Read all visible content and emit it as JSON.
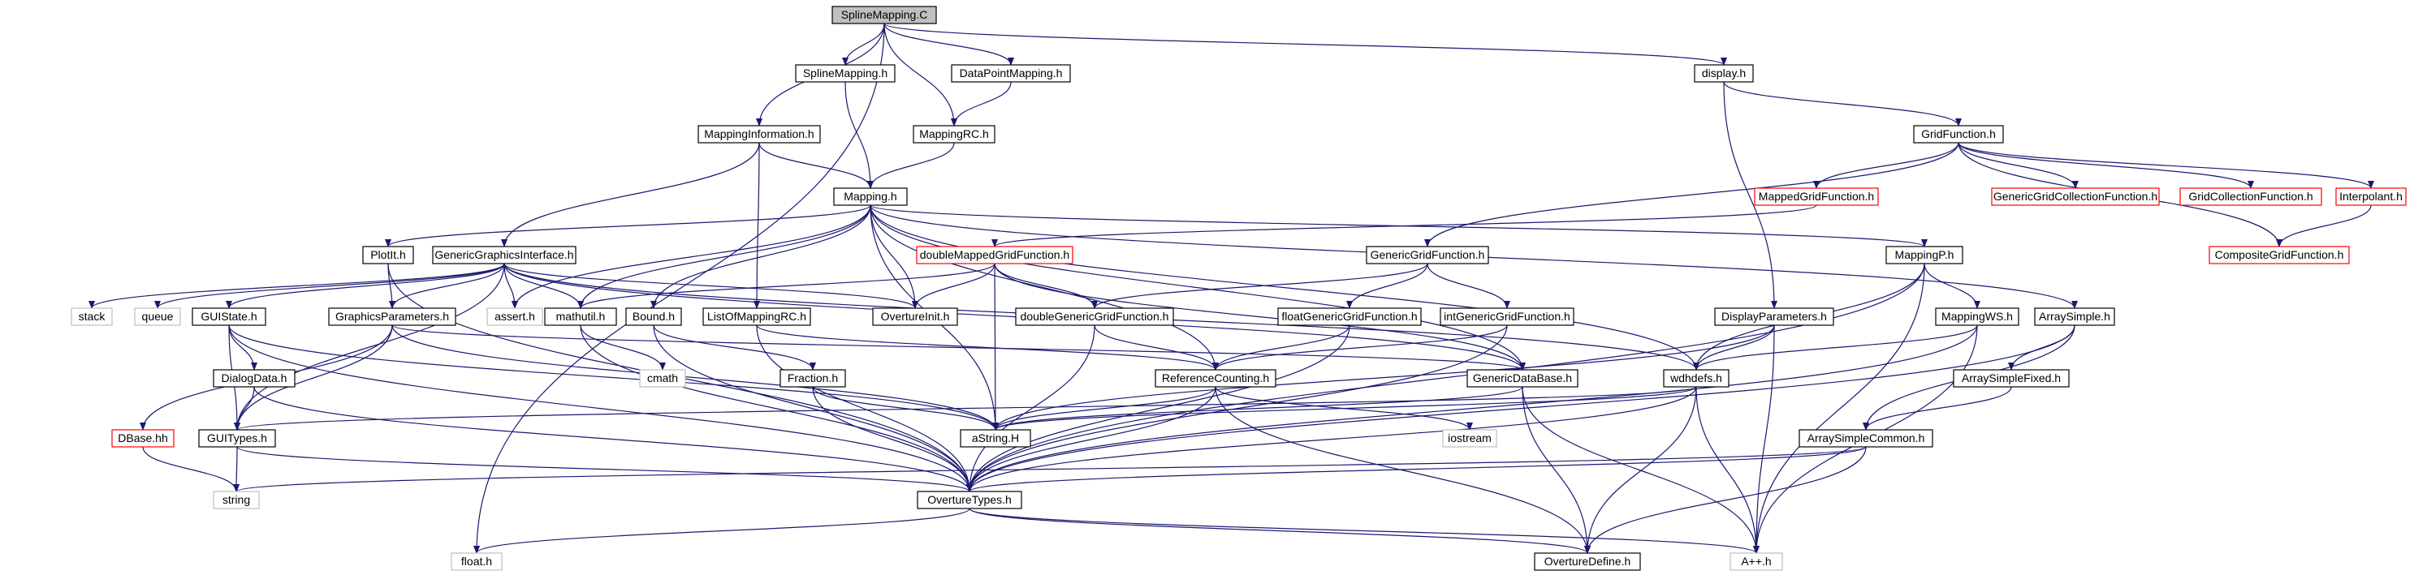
{
  "colors": {
    "root_fill": "#bfbfbf",
    "normal_border": "#000000",
    "red_border": "#ff0000",
    "gray_border": "#bfbfbf",
    "edge": "#191970",
    "background": "#ffffff"
  },
  "nodes": [
    {
      "id": "spline_mapping_c",
      "label": "SplineMapping.C",
      "style": "root"
    },
    {
      "id": "spline_mapping_h",
      "label": "SplineMapping.h",
      "style": "normal"
    },
    {
      "id": "data_point_mapping_h",
      "label": "DataPointMapping.h",
      "style": "normal"
    },
    {
      "id": "display_h",
      "label": "display.h",
      "style": "normal"
    },
    {
      "id": "mapping_information_h",
      "label": "MappingInformation.h",
      "style": "normal"
    },
    {
      "id": "mapping_rc_h",
      "label": "MappingRC.h",
      "style": "normal"
    },
    {
      "id": "grid_function_h",
      "label": "GridFunction.h",
      "style": "normal"
    },
    {
      "id": "mapping_h",
      "label": "Mapping.h",
      "style": "normal"
    },
    {
      "id": "mapped_grid_function_h",
      "label": "MappedGridFunction.h",
      "style": "red"
    },
    {
      "id": "generic_grid_collection_function_h",
      "label": "GenericGridCollectionFunction.h",
      "style": "red"
    },
    {
      "id": "grid_collection_function_h",
      "label": "GridCollectionFunction.h",
      "style": "red"
    },
    {
      "id": "interpolant_h",
      "label": "Interpolant.h",
      "style": "red"
    },
    {
      "id": "plotit_h",
      "label": "PlotIt.h",
      "style": "normal"
    },
    {
      "id": "generic_graphics_interface_h",
      "label": "GenericGraphicsInterface.h",
      "style": "normal"
    },
    {
      "id": "double_mapped_grid_function_h",
      "label": "doubleMappedGridFunction.h",
      "style": "red"
    },
    {
      "id": "generic_grid_function_h",
      "label": "GenericGridFunction.h",
      "style": "normal"
    },
    {
      "id": "mapping_p_h",
      "label": "MappingP.h",
      "style": "normal"
    },
    {
      "id": "composite_grid_function_h",
      "label": "CompositeGridFunction.h",
      "style": "red"
    },
    {
      "id": "stack",
      "label": "stack",
      "style": "gray"
    },
    {
      "id": "queue",
      "label": "queue",
      "style": "gray"
    },
    {
      "id": "gui_state_h",
      "label": "GUIState.h",
      "style": "normal"
    },
    {
      "id": "graphics_parameters_h",
      "label": "GraphicsParameters.h",
      "style": "normal"
    },
    {
      "id": "assert_h",
      "label": "assert.h",
      "style": "gray"
    },
    {
      "id": "mathutil_h",
      "label": "mathutil.h",
      "style": "normal"
    },
    {
      "id": "bound_h",
      "label": "Bound.h",
      "style": "normal"
    },
    {
      "id": "list_of_mapping_rc_h",
      "label": "ListOfMappingRC.h",
      "style": "normal"
    },
    {
      "id": "overture_init_h",
      "label": "OvertureInit.h",
      "style": "normal"
    },
    {
      "id": "double_generic_grid_function_h",
      "label": "doubleGenericGridFunction.h",
      "style": "normal"
    },
    {
      "id": "float_generic_grid_function_h",
      "label": "floatGenericGridFunction.h",
      "style": "normal"
    },
    {
      "id": "int_generic_grid_function_h",
      "label": "intGenericGridFunction.h",
      "style": "normal"
    },
    {
      "id": "display_parameters_h",
      "label": "DisplayParameters.h",
      "style": "normal"
    },
    {
      "id": "mapping_ws_h",
      "label": "MappingWS.h",
      "style": "normal"
    },
    {
      "id": "array_simple_h",
      "label": "ArraySimple.h",
      "style": "normal"
    },
    {
      "id": "dialog_data_h",
      "label": "DialogData.h",
      "style": "normal"
    },
    {
      "id": "cmath",
      "label": "cmath",
      "style": "gray"
    },
    {
      "id": "fraction_h",
      "label": "Fraction.h",
      "style": "normal"
    },
    {
      "id": "reference_counting_h",
      "label": "ReferenceCounting.h",
      "style": "normal"
    },
    {
      "id": "generic_data_base_h",
      "label": "GenericDataBase.h",
      "style": "normal"
    },
    {
      "id": "wdhdefs_h",
      "label": "wdhdefs.h",
      "style": "normal"
    },
    {
      "id": "array_simple_fixed_h",
      "label": "ArraySimpleFixed.h",
      "style": "normal"
    },
    {
      "id": "dbase_hh",
      "label": "DBase.hh",
      "style": "red"
    },
    {
      "id": "gui_types_h",
      "label": "GUITypes.h",
      "style": "normal"
    },
    {
      "id": "astring_h",
      "label": "aString.H",
      "style": "normal"
    },
    {
      "id": "iostream",
      "label": "iostream",
      "style": "gray"
    },
    {
      "id": "array_simple_common_h",
      "label": "ArraySimpleCommon.h",
      "style": "normal"
    },
    {
      "id": "string",
      "label": "string",
      "style": "gray"
    },
    {
      "id": "overture_types_h",
      "label": "OvertureTypes.h",
      "style": "normal"
    },
    {
      "id": "float_h",
      "label": "float.h",
      "style": "gray"
    },
    {
      "id": "overture_define_h",
      "label": "OvertureDefine.h",
      "style": "normal"
    },
    {
      "id": "aplusplus_h",
      "label": "A++.h",
      "style": "gray"
    }
  ],
  "edges": [
    [
      "spline_mapping_c",
      "spline_mapping_h"
    ],
    [
      "spline_mapping_c",
      "data_point_mapping_h"
    ],
    [
      "spline_mapping_c",
      "display_h"
    ],
    [
      "spline_mapping_c",
      "mapping_information_h"
    ],
    [
      "spline_mapping_c",
      "mapping_rc_h"
    ],
    [
      "spline_mapping_c",
      "float_h"
    ],
    [
      "spline_mapping_h",
      "mapping_h"
    ],
    [
      "data_point_mapping_h",
      "mapping_rc_h"
    ],
    [
      "mapping_rc_h",
      "mapping_h"
    ],
    [
      "mapping_information_h",
      "mapping_h"
    ],
    [
      "mapping_information_h",
      "generic_graphics_interface_h"
    ],
    [
      "mapping_information_h",
      "list_of_mapping_rc_h"
    ],
    [
      "display_h",
      "grid_function_h"
    ],
    [
      "display_h",
      "display_parameters_h"
    ],
    [
      "grid_function_h",
      "mapped_grid_function_h"
    ],
    [
      "grid_function_h",
      "generic_grid_collection_function_h"
    ],
    [
      "grid_function_h",
      "grid_collection_function_h"
    ],
    [
      "grid_function_h",
      "interpolant_h"
    ],
    [
      "grid_function_h",
      "composite_grid_function_h"
    ],
    [
      "grid_function_h",
      "generic_grid_function_h"
    ],
    [
      "interpolant_h",
      "composite_grid_function_h"
    ],
    [
      "mapped_grid_function_h",
      "double_mapped_grid_function_h"
    ],
    [
      "mapping_h",
      "plotit_h"
    ],
    [
      "mapping_h",
      "overture_init_h"
    ],
    [
      "mapping_h",
      "mathutil_h"
    ],
    [
      "mapping_h",
      "bound_h"
    ],
    [
      "mapping_h",
      "assert_h"
    ],
    [
      "mapping_h",
      "astring_h"
    ],
    [
      "mapping_h",
      "reference_counting_h"
    ],
    [
      "mapping_h",
      "generic_data_base_h"
    ],
    [
      "mapping_h",
      "mapping_p_h"
    ],
    [
      "mapping_h",
      "array_simple_h"
    ],
    [
      "mapping_h",
      "wdhdefs_h"
    ],
    [
      "plotit_h",
      "graphics_parameters_h"
    ],
    [
      "plotit_h",
      "overture_types_h"
    ],
    [
      "generic_graphics_interface_h",
      "stack"
    ],
    [
      "generic_graphics_interface_h",
      "queue"
    ],
    [
      "generic_graphics_interface_h",
      "gui_state_h"
    ],
    [
      "generic_graphics_interface_h",
      "graphics_parameters_h"
    ],
    [
      "generic_graphics_interface_h",
      "assert_h"
    ],
    [
      "generic_graphics_interface_h",
      "mathutil_h"
    ],
    [
      "generic_graphics_interface_h",
      "overture_init_h"
    ],
    [
      "generic_graphics_interface_h",
      "generic_data_base_h"
    ],
    [
      "generic_graphics_interface_h",
      "wdhdefs_h"
    ],
    [
      "generic_graphics_interface_h",
      "gui_types_h"
    ],
    [
      "double_mapped_grid_function_h",
      "overture_init_h"
    ],
    [
      "double_mapped_grid_function_h",
      "double_generic_grid_function_h"
    ],
    [
      "double_mapped_grid_function_h",
      "astring_h"
    ],
    [
      "double_mapped_grid_function_h",
      "mathutil_h"
    ],
    [
      "double_mapped_grid_function_h",
      "generic_data_base_h"
    ],
    [
      "generic_grid_function_h",
      "double_generic_grid_function_h"
    ],
    [
      "generic_grid_function_h",
      "float_generic_grid_function_h"
    ],
    [
      "generic_grid_function_h",
      "int_generic_grid_function_h"
    ],
    [
      "mapping_p_h",
      "mapping_ws_h"
    ],
    [
      "mapping_p_h",
      "wdhdefs_h"
    ],
    [
      "mapping_p_h",
      "overture_types_h"
    ],
    [
      "mapping_p_h",
      "aplusplus_h"
    ],
    [
      "gui_state_h",
      "gui_types_h"
    ],
    [
      "gui_state_h",
      "dialog_data_h"
    ],
    [
      "gui_state_h",
      "astring_h"
    ],
    [
      "gui_state_h",
      "overture_types_h"
    ],
    [
      "graphics_parameters_h",
      "dbase_hh"
    ],
    [
      "graphics_parameters_h",
      "gui_types_h"
    ],
    [
      "graphics_parameters_h",
      "astring_h"
    ],
    [
      "graphics_parameters_h",
      "generic_data_base_h"
    ],
    [
      "mathutil_h",
      "cmath"
    ],
    [
      "mathutil_h",
      "overture_types_h"
    ],
    [
      "bound_h",
      "fraction_h"
    ],
    [
      "bound_h",
      "overture_types_h"
    ],
    [
      "list_of_mapping_rc_h",
      "reference_counting_h"
    ],
    [
      "list_of_mapping_rc_h",
      "overture_types_h"
    ],
    [
      "double_generic_grid_function_h",
      "reference_counting_h"
    ],
    [
      "double_generic_grid_function_h",
      "overture_types_h"
    ],
    [
      "float_generic_grid_function_h",
      "reference_counting_h"
    ],
    [
      "float_generic_grid_function_h",
      "overture_types_h"
    ],
    [
      "int_generic_grid_function_h",
      "reference_counting_h"
    ],
    [
      "int_generic_grid_function_h",
      "overture_types_h"
    ],
    [
      "display_parameters_h",
      "wdhdefs_h"
    ],
    [
      "display_parameters_h",
      "astring_h"
    ],
    [
      "display_parameters_h",
      "aplusplus_h"
    ],
    [
      "mapping_ws_h",
      "wdhdefs_h"
    ],
    [
      "mapping_ws_h",
      "overture_types_h"
    ],
    [
      "mapping_ws_h",
      "aplusplus_h"
    ],
    [
      "array_simple_h",
      "array_simple_fixed_h"
    ],
    [
      "array_simple_h",
      "array_simple_common_h"
    ],
    [
      "array_simple_h",
      "overture_types_h"
    ],
    [
      "array_simple_fixed_h",
      "array_simple_common_h"
    ],
    [
      "dialog_data_h",
      "gui_types_h"
    ],
    [
      "dialog_data_h",
      "overture_types_h"
    ],
    [
      "fraction_h",
      "astring_h"
    ],
    [
      "fraction_h",
      "overture_types_h"
    ],
    [
      "reference_counting_h",
      "astring_h"
    ],
    [
      "reference_counting_h",
      "iostream"
    ],
    [
      "reference_counting_h",
      "overture_types_h"
    ],
    [
      "reference_counting_h",
      "overture_define_h"
    ],
    [
      "generic_data_base_h",
      "astring_h"
    ],
    [
      "generic_data_base_h",
      "overture_define_h"
    ],
    [
      "generic_data_base_h",
      "aplusplus_h"
    ],
    [
      "wdhdefs_h",
      "gui_types_h"
    ],
    [
      "wdhdefs_h",
      "astring_h"
    ],
    [
      "wdhdefs_h",
      "overture_types_h"
    ],
    [
      "wdhdefs_h",
      "overture_define_h"
    ],
    [
      "wdhdefs_h",
      "aplusplus_h"
    ],
    [
      "dbase_hh",
      "string"
    ],
    [
      "gui_types_h",
      "string"
    ],
    [
      "gui_types_h",
      "overture_types_h"
    ],
    [
      "array_simple_common_h",
      "overture_types_h"
    ],
    [
      "array_simple_common_h",
      "overture_define_h"
    ],
    [
      "array_simple_common_h",
      "string"
    ],
    [
      "overture_types_h",
      "float_h"
    ],
    [
      "overture_types_h",
      "overture_define_h"
    ],
    [
      "overture_types_h",
      "aplusplus_h"
    ]
  ]
}
